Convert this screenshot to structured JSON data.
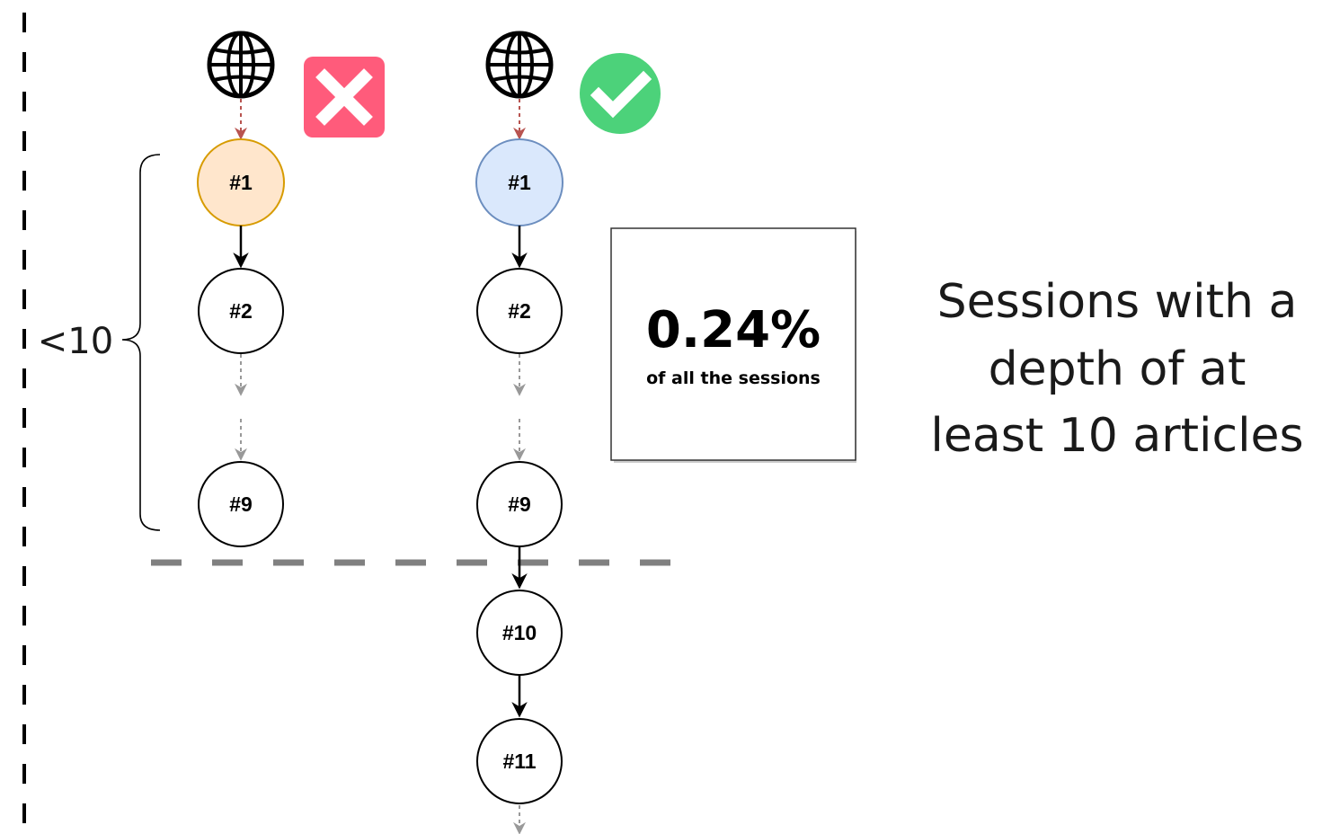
{
  "left_column": {
    "status": "fail",
    "nodes": [
      "#1",
      "#2",
      "#9"
    ],
    "first_node_fill": "#ffe6cc",
    "first_node_stroke": "#d79b00"
  },
  "right_column": {
    "status": "success",
    "nodes": [
      "#1",
      "#2",
      "#9",
      "#10",
      "#11"
    ],
    "first_node_fill": "#dae8fc",
    "first_node_stroke": "#6c8ebf"
  },
  "brace": {
    "label": "<10"
  },
  "stat_box": {
    "value": "0.24%",
    "caption": "of all the sessions"
  },
  "description": {
    "lines": [
      "Sessions with a",
      "depth of at",
      "least 10 articles"
    ]
  },
  "icons": {
    "entry": "globe-icon",
    "fail": "cross-icon",
    "success": "checkmark-icon"
  },
  "colors": {
    "fail_badge": "#ff5b7b",
    "success_badge": "#4cd27a",
    "entry_arrow": "#b85450",
    "skip_arrow": "#999999",
    "threshold_line": "#808080"
  }
}
